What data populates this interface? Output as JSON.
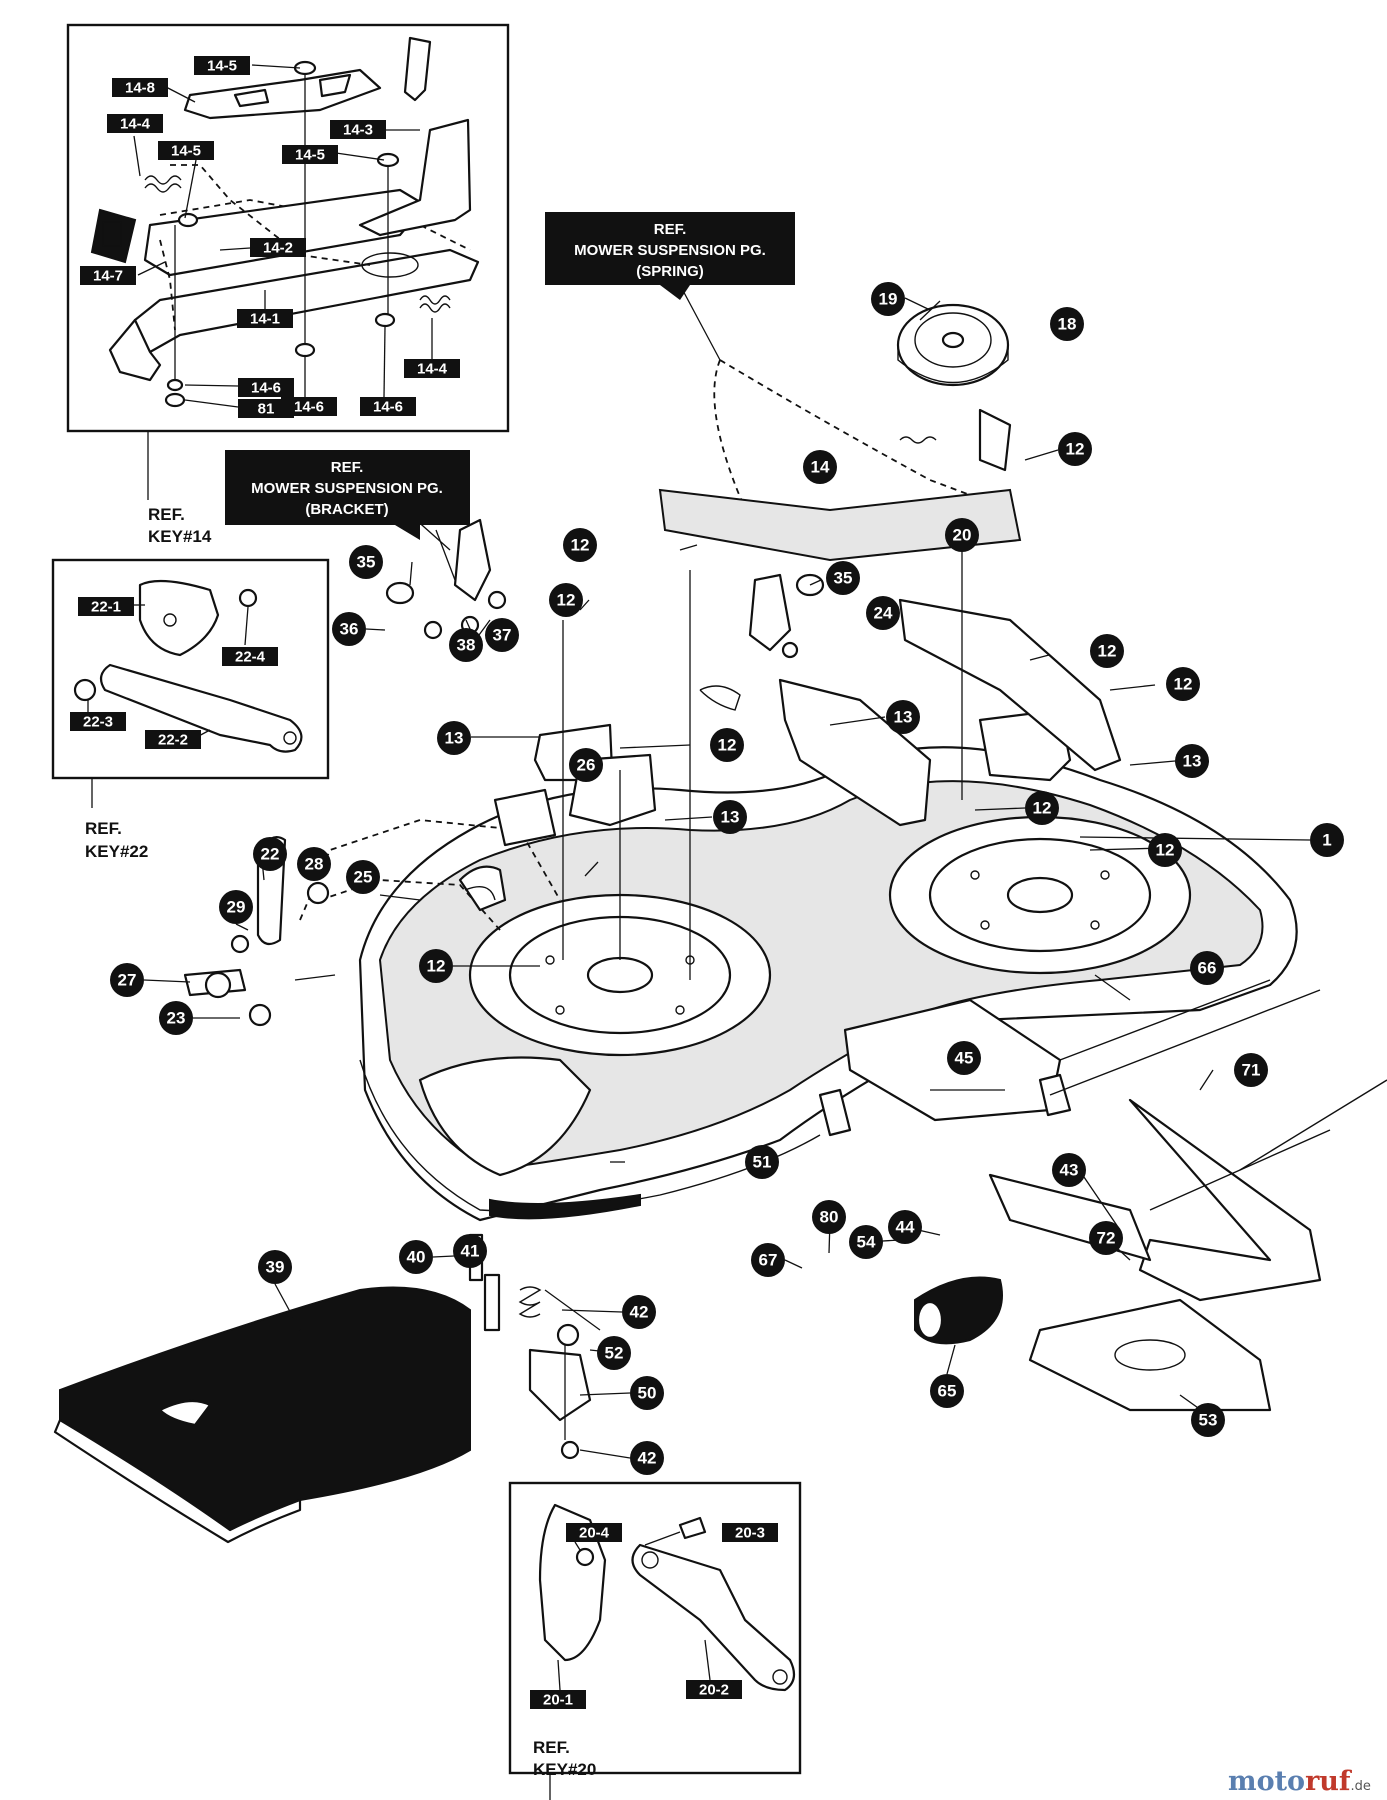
{
  "circle_labels": [
    {
      "id": "c1",
      "text": "1"
    },
    {
      "id": "c12a",
      "text": "12"
    },
    {
      "id": "c12b",
      "text": "12"
    },
    {
      "id": "c12c",
      "text": "12"
    },
    {
      "id": "c12d",
      "text": "12"
    },
    {
      "id": "c12e",
      "text": "12"
    },
    {
      "id": "c12f",
      "text": "12"
    },
    {
      "id": "c12g",
      "text": "12"
    },
    {
      "id": "c12h",
      "text": "12"
    },
    {
      "id": "c12i",
      "text": "12"
    },
    {
      "id": "c13a",
      "text": "13"
    },
    {
      "id": "c13b",
      "text": "13"
    },
    {
      "id": "c13c",
      "text": "13"
    },
    {
      "id": "c13d",
      "text": "13"
    },
    {
      "id": "c14",
      "text": "14"
    },
    {
      "id": "c18",
      "text": "18"
    },
    {
      "id": "c19",
      "text": "19"
    },
    {
      "id": "c20",
      "text": "20"
    },
    {
      "id": "c22",
      "text": "22"
    },
    {
      "id": "c23",
      "text": "23"
    },
    {
      "id": "c24",
      "text": "24"
    },
    {
      "id": "c25",
      "text": "25"
    },
    {
      "id": "c26",
      "text": "26"
    },
    {
      "id": "c27",
      "text": "27"
    },
    {
      "id": "c28",
      "text": "28"
    },
    {
      "id": "c29",
      "text": "29"
    },
    {
      "id": "c35a",
      "text": "35"
    },
    {
      "id": "c35b",
      "text": "35"
    },
    {
      "id": "c36",
      "text": "36"
    },
    {
      "id": "c37",
      "text": "37"
    },
    {
      "id": "c38",
      "text": "38"
    },
    {
      "id": "c39",
      "text": "39"
    },
    {
      "id": "c40",
      "text": "40"
    },
    {
      "id": "c41",
      "text": "41"
    },
    {
      "id": "c42a",
      "text": "42"
    },
    {
      "id": "c42b",
      "text": "42"
    },
    {
      "id": "c43",
      "text": "43"
    },
    {
      "id": "c44",
      "text": "44"
    },
    {
      "id": "c45",
      "text": "45"
    },
    {
      "id": "c50",
      "text": "50"
    },
    {
      "id": "c51",
      "text": "51"
    },
    {
      "id": "c52",
      "text": "52"
    },
    {
      "id": "c53",
      "text": "53"
    },
    {
      "id": "c54",
      "text": "54"
    },
    {
      "id": "c65",
      "text": "65"
    },
    {
      "id": "c66",
      "text": "66"
    },
    {
      "id": "c67",
      "text": "67"
    },
    {
      "id": "c71",
      "text": "71"
    },
    {
      "id": "c72",
      "text": "72"
    },
    {
      "id": "c80",
      "text": "80"
    }
  ],
  "rect_labels": [
    {
      "id": "r14-5a",
      "text": "14-5"
    },
    {
      "id": "r14-8",
      "text": "14-8"
    },
    {
      "id": "r14-4a",
      "text": "14-4"
    },
    {
      "id": "r14-3",
      "text": "14-3"
    },
    {
      "id": "r14-5b",
      "text": "14-5"
    },
    {
      "id": "r14-5c",
      "text": "14-5"
    },
    {
      "id": "r14-2",
      "text": "14-2"
    },
    {
      "id": "r14-7",
      "text": "14-7"
    },
    {
      "id": "r14-1",
      "text": "14-1"
    },
    {
      "id": "r14-4b",
      "text": "14-4"
    },
    {
      "id": "r14-6a",
      "text": "14-6"
    },
    {
      "id": "r81",
      "text": "81"
    },
    {
      "id": "r14-6b",
      "text": "14-6"
    },
    {
      "id": "r14-6c",
      "text": "14-6"
    },
    {
      "id": "r22-1",
      "text": "22-1"
    },
    {
      "id": "r22-4",
      "text": "22-4"
    },
    {
      "id": "r22-3",
      "text": "22-3"
    },
    {
      "id": "r22-2",
      "text": "22-2"
    },
    {
      "id": "r20-4",
      "text": "20-4"
    },
    {
      "id": "r20-3",
      "text": "20-3"
    },
    {
      "id": "r20-1",
      "text": "20-1"
    },
    {
      "id": "r20-2",
      "text": "20-2"
    }
  ],
  "callouts": {
    "spring": {
      "line1": "REF.",
      "line2": "MOWER SUSPENSION PG.",
      "line3": "(SPRING)"
    },
    "bracket": {
      "line1": "REF.",
      "line2": "MOWER SUSPENSION PG.",
      "line3": "(BRACKET)"
    }
  },
  "ref_keys": {
    "key14": {
      "line1": "REF.",
      "line2": "KEY#14"
    },
    "key22": {
      "line1": "REF.",
      "line2": "KEY#22"
    },
    "key20": {
      "line1": "REF.",
      "line2": "KEY#20"
    }
  },
  "watermark": {
    "part1": "moto",
    "part2": "ruf",
    "suffix": ".de"
  }
}
